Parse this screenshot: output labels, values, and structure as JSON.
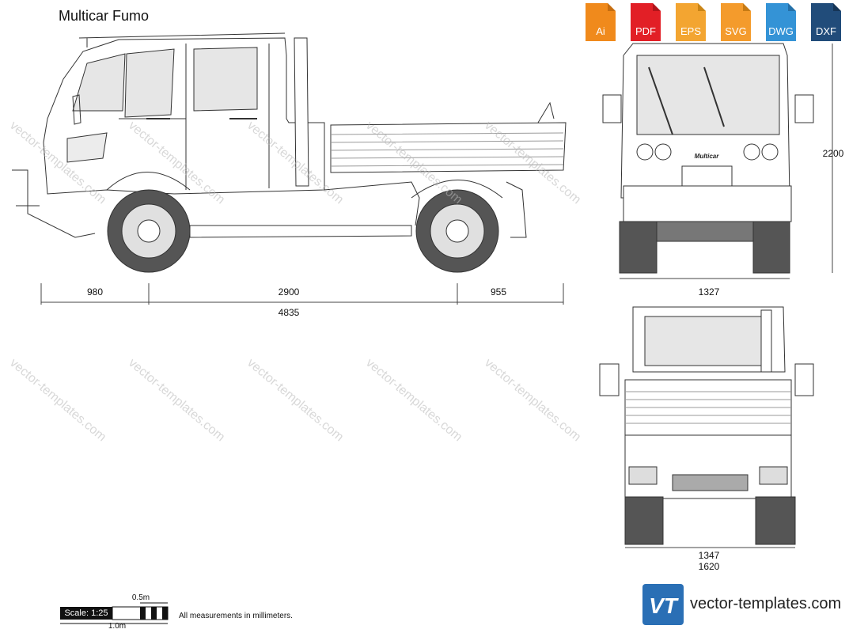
{
  "title": "Multicar Fumo",
  "formats": [
    {
      "label": "Ai",
      "color": "#f08a1c",
      "icon": "ai-file-icon"
    },
    {
      "label": "PDF",
      "color": "#e21f26",
      "icon": "pdf-file-icon"
    },
    {
      "label": "EPS",
      "color": "#f3a531",
      "icon": "eps-file-icon"
    },
    {
      "label": "SVG",
      "color": "#f49b2c",
      "icon": "svg-file-icon"
    },
    {
      "label": "DWG",
      "color": "#3493d6",
      "icon": "dwg-file-icon"
    },
    {
      "label": "DXF",
      "color": "#214c7a",
      "icon": "dxf-file-icon"
    }
  ],
  "dimensions": {
    "front_overhang": "980",
    "wheelbase": "2900",
    "rear_overhang": "955",
    "length": "4835",
    "height": "2200",
    "front_track": "1327",
    "rear_track": "1347",
    "width": "1620"
  },
  "scale": {
    "label": "Scale: 1:25",
    "half_meter": "0.5m",
    "one_meter": "1.0m"
  },
  "note": "All measurements in millimeters.",
  "brand": {
    "logo_text": "VT",
    "name": "vector-templates.com"
  },
  "watermark": "vector-templates.com",
  "cab_label": "Multicar"
}
